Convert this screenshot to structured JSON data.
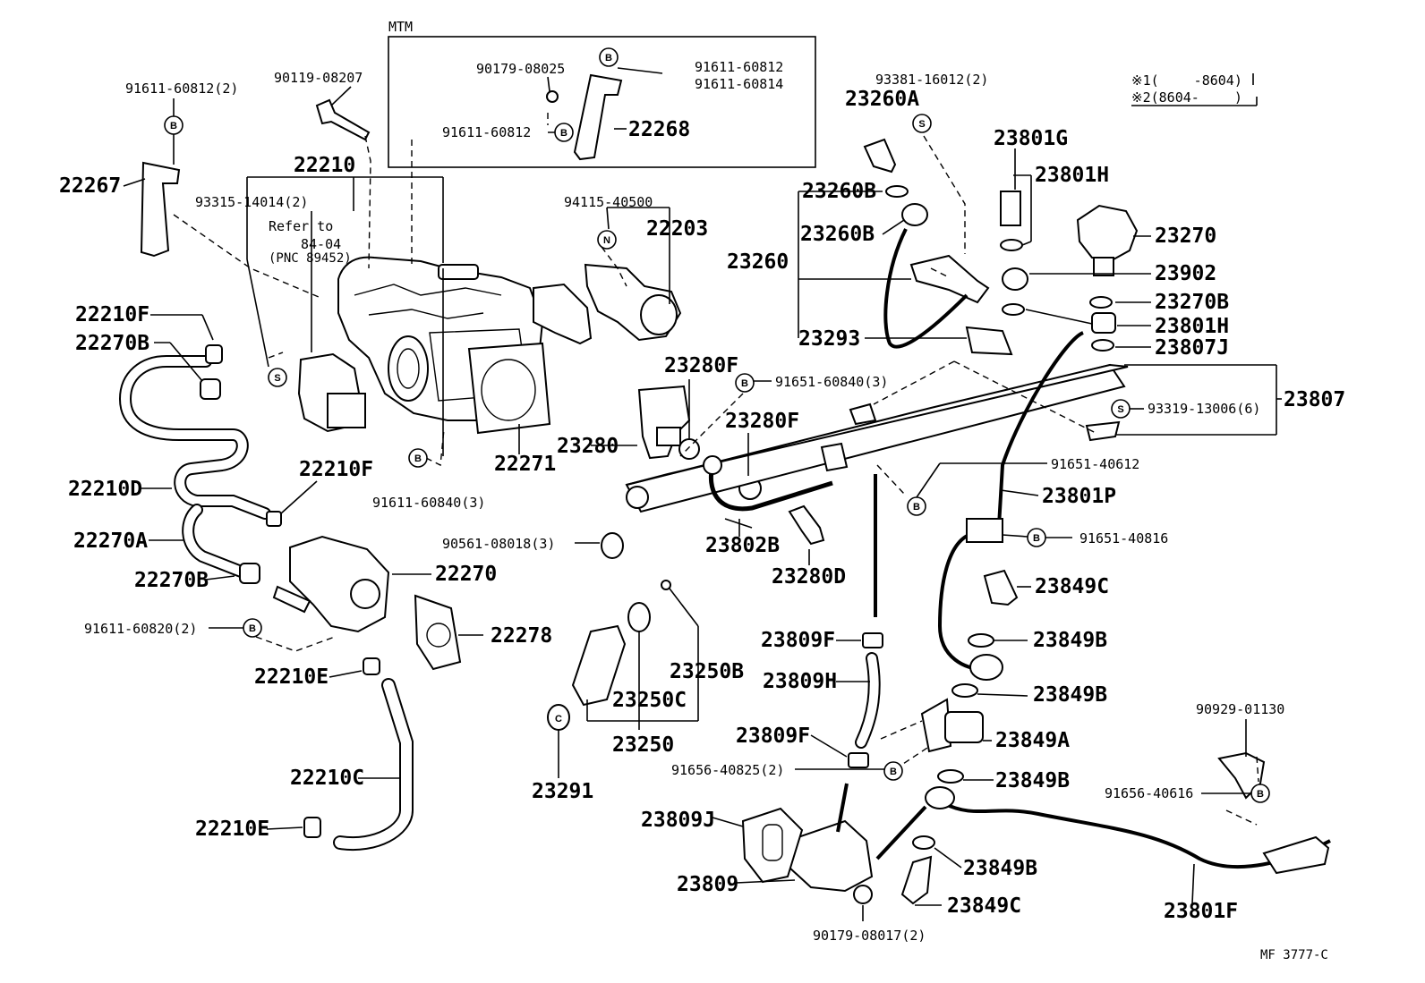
{
  "notes": {
    "mtm": "MTM",
    "legend1": "※1(　　 -8604)",
    "legend2": "※2(8604-　　 )",
    "refer1": "Refer to",
    "refer2": "84-04",
    "refer3": "(PNC 89452)",
    "footer": "MF  3777-C"
  },
  "markers": {
    "b": "B",
    "s": "S",
    "n": "N",
    "c": "C"
  },
  "labels": {
    "p91611_60812_2": "91611-60812(2)",
    "p90119_08207": "90119-08207",
    "p90179_08025": "90179-08025",
    "p91611_60812_mtm_a": "91611-60812",
    "p91611_60814": "91611-60814",
    "p91611_60812_mtm_b": "91611-60812",
    "p22268": "22268",
    "p22267": "22267",
    "p22210": "22210",
    "p93315_14014": "93315-14014(2)",
    "p94115_40500": "94115-40500",
    "p22203": "22203",
    "p93381_16012": "93381-16012(2)",
    "p23260a": "23260A",
    "p23801g": "23801G",
    "p23801h_top": "23801H",
    "p23270": "23270",
    "p23260b_1": "23260B",
    "p23260b_2": "23260B",
    "p23260": "23260",
    "p23902": "23902",
    "p23270b_r": "23270B",
    "p23801h_mid": "23801H",
    "p23293": "23293",
    "p23807j": "23807J",
    "p22210f_top": "22210F",
    "p22270b_top": "22270B",
    "p23280f_1": "23280F",
    "p91651_60840": "91651-60840(3)",
    "p23807": "23807",
    "p93319_13006": "93319-13006(6)",
    "p23280f_2": "23280F",
    "p23280": "23280",
    "p22271": "22271",
    "p91651_40612": "91651-40612",
    "p22210d": "22210D",
    "p22210f_mid": "22210F",
    "p91611_60840": "91611-60840(3)",
    "p23801p": "23801P",
    "p22270a": "22270A",
    "p90561_08018": "90561-08018(3)",
    "p23802b": "23802B",
    "p91651_40816": "91651-40816",
    "p22270": "22270",
    "p22270b_bot": "22270B",
    "p23280d": "23280D",
    "p23849c_top": "23849C",
    "p91611_60820": "91611-60820(2)",
    "p22278": "22278",
    "p23809f_1": "23809F",
    "p23849b_1": "23849B",
    "p23250b": "23250B",
    "p22210e_1": "22210E",
    "p23809h": "23809H",
    "p23849b_2": "23849B",
    "p23250c": "23250C",
    "p23809f_2": "23809F",
    "p23849a": "23849A",
    "p23250": "23250",
    "p91656_40825": "91656-40825(2)",
    "p90929_01130": "90929-01130",
    "p22210c": "22210C",
    "p23849b_3": "23849B",
    "p23291": "23291",
    "p91656_40616": "91656-40616",
    "p23809j": "23809J",
    "p22210e_2": "22210E",
    "p23849b_4": "23849B",
    "p23809": "23809",
    "p23849c_bot": "23849C",
    "p23801f": "23801F",
    "p90179_08017": "90179-08017(2)"
  }
}
